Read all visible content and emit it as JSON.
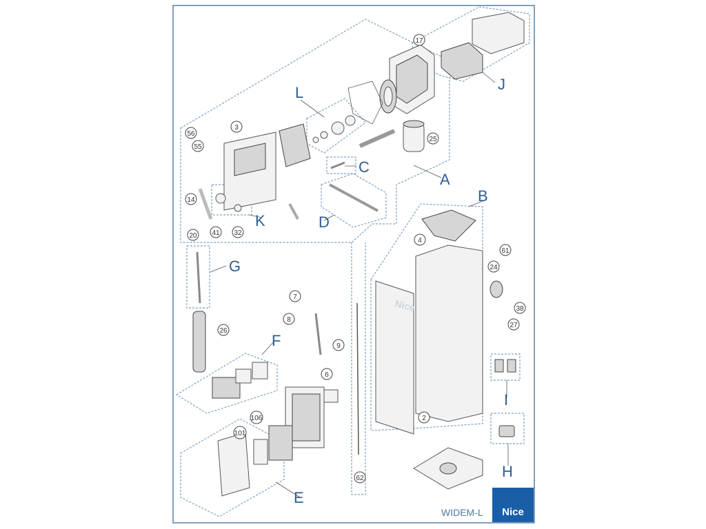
{
  "model": "WIDEM-L",
  "brand": "Nice",
  "panel_logo": "Nice",
  "groups": [
    {
      "id": "A",
      "label": "A"
    },
    {
      "id": "B",
      "label": "B"
    },
    {
      "id": "C",
      "label": "C"
    },
    {
      "id": "D",
      "label": "D"
    },
    {
      "id": "E",
      "label": "E"
    },
    {
      "id": "F",
      "label": "F"
    },
    {
      "id": "G",
      "label": "G"
    },
    {
      "id": "H",
      "label": "H"
    },
    {
      "id": "I",
      "label": "I"
    },
    {
      "id": "J",
      "label": "J"
    },
    {
      "id": "K",
      "label": "K"
    },
    {
      "id": "L",
      "label": "L"
    }
  ],
  "parts": [
    {
      "id": "3",
      "label": "3"
    },
    {
      "id": "56",
      "label": "56"
    },
    {
      "id": "55",
      "label": "55"
    },
    {
      "id": "14",
      "label": "14"
    },
    {
      "id": "20",
      "label": "20"
    },
    {
      "id": "41",
      "label": "41"
    },
    {
      "id": "32",
      "label": "32"
    },
    {
      "id": "17",
      "label": "17"
    },
    {
      "id": "25",
      "label": "25"
    },
    {
      "id": "4",
      "label": "4"
    },
    {
      "id": "61",
      "label": "61"
    },
    {
      "id": "24",
      "label": "24"
    },
    {
      "id": "38",
      "label": "38"
    },
    {
      "id": "27",
      "label": "27"
    },
    {
      "id": "26",
      "label": "26"
    },
    {
      "id": "7",
      "label": "7"
    },
    {
      "id": "8",
      "label": "8"
    },
    {
      "id": "9",
      "label": "9"
    },
    {
      "id": "6",
      "label": "6"
    },
    {
      "id": "106",
      "label": "106"
    },
    {
      "id": "101",
      "label": "101"
    },
    {
      "id": "2",
      "label": "2"
    },
    {
      "id": "62",
      "label": "62"
    }
  ]
}
